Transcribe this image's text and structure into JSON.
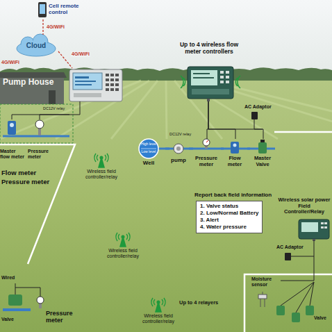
{
  "diagram": {
    "nodes": [
      {
        "text": [
          "Cell remote control"
        ]
      },
      {
        "text": [
          "Cloud"
        ]
      },
      {
        "text": [
          "Pump House"
        ]
      },
      {
        "text": [
          "Up to 4 wireless flow meter controllers"
        ]
      },
      {
        "text": [
          "High level",
          "Low level",
          "Well"
        ]
      },
      {
        "text": [
          "pump"
        ]
      },
      {
        "text": [
          "Pressure meter"
        ]
      },
      {
        "text": [
          "Flow meter"
        ]
      },
      {
        "text": [
          "Master Valve"
        ]
      },
      {
        "text": [
          "Report back field information",
          "1. Valve status",
          "2. Low/Normal Battery",
          "3. Alert",
          "4. Water pressure"
        ]
      },
      {
        "text": [
          "Wireless solar power Field Controller/Relay"
        ]
      },
      {
        "text": [
          "Moisture sensor"
        ]
      },
      {
        "text": [
          "Wireless field controller/relay"
        ]
      },
      {
        "text": [
          "Wireless field controller/relay"
        ]
      },
      {
        "text": [
          "Wireless field controller/relay"
        ]
      }
    ],
    "edges": [
      {
        "from": 0,
        "to": 1,
        "label": "4G/WiFi",
        "arrow": "none"
      },
      {
        "from": 1,
        "to": 2,
        "label": "4G/WiFi",
        "arrow": "none"
      },
      {
        "from": 3,
        "to": 6,
        "arrow": "none"
      },
      {
        "from": 3,
        "to": 7,
        "arrow": "none"
      },
      {
        "from": 3,
        "to": 8,
        "arrow": "none"
      },
      {
        "from": 4,
        "to": 5,
        "arrow": "none"
      },
      {
        "from": 5,
        "to": 6,
        "arrow": "none"
      },
      {
        "from": 6,
        "to": 7,
        "arrow": "none"
      },
      {
        "from": 7,
        "to": 8,
        "arrow": "none"
      },
      {
        "from": 11,
        "to": 10,
        "arrow": "none"
      }
    ],
    "labels": [
      "4G/WiFi",
      "DC12V relay",
      "Master flow meter",
      "Pressure meter",
      "Flow meter",
      "Pressure meter",
      "AC Adaptor",
      "DC12V relay",
      "Wired",
      "Valve",
      "Pressure meter",
      "AC Adaptor",
      "Up to 4 relayers",
      "Valve"
    ]
  }
}
